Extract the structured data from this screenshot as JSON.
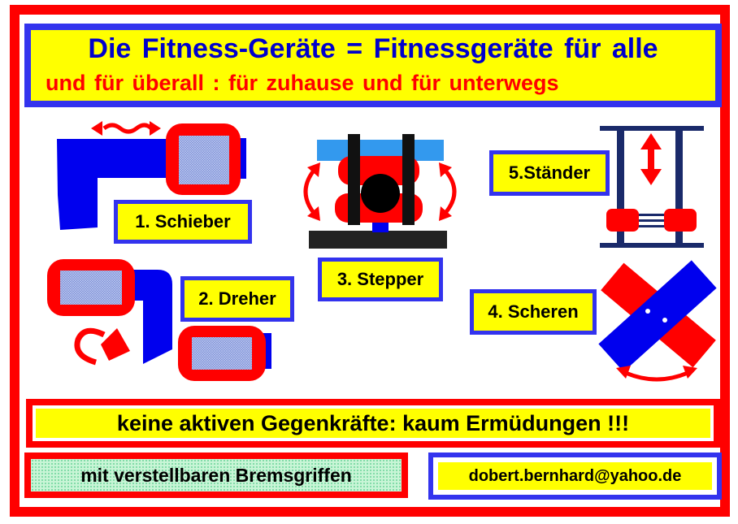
{
  "header": {
    "title": "Die  Fitness-Geräte  =  Fitnessgeräte  für  alle",
    "subtitle": "und  für  überall :  für zuhause  und  für  unterwegs"
  },
  "devices": [
    {
      "label": "1. Schieber"
    },
    {
      "label": "2. Dreher"
    },
    {
      "label": "3. Stepper"
    },
    {
      "label": "4. Scheren"
    },
    {
      "label": "5.Ständer"
    }
  ],
  "footer": {
    "slogan": "keine aktiven Gegenkräfte:  kaum Ermüdungen !!!",
    "brakes": "mit verstellbaren Bremsgriffen",
    "email": "dobert.bernhard@yahoo.de"
  },
  "colors": {
    "frame": "#ff0000",
    "accent_blue": "#3333ee",
    "device_blue": "#0000ee",
    "label_yellow": "#ffff00",
    "grip_mesh": "#8899dd"
  }
}
